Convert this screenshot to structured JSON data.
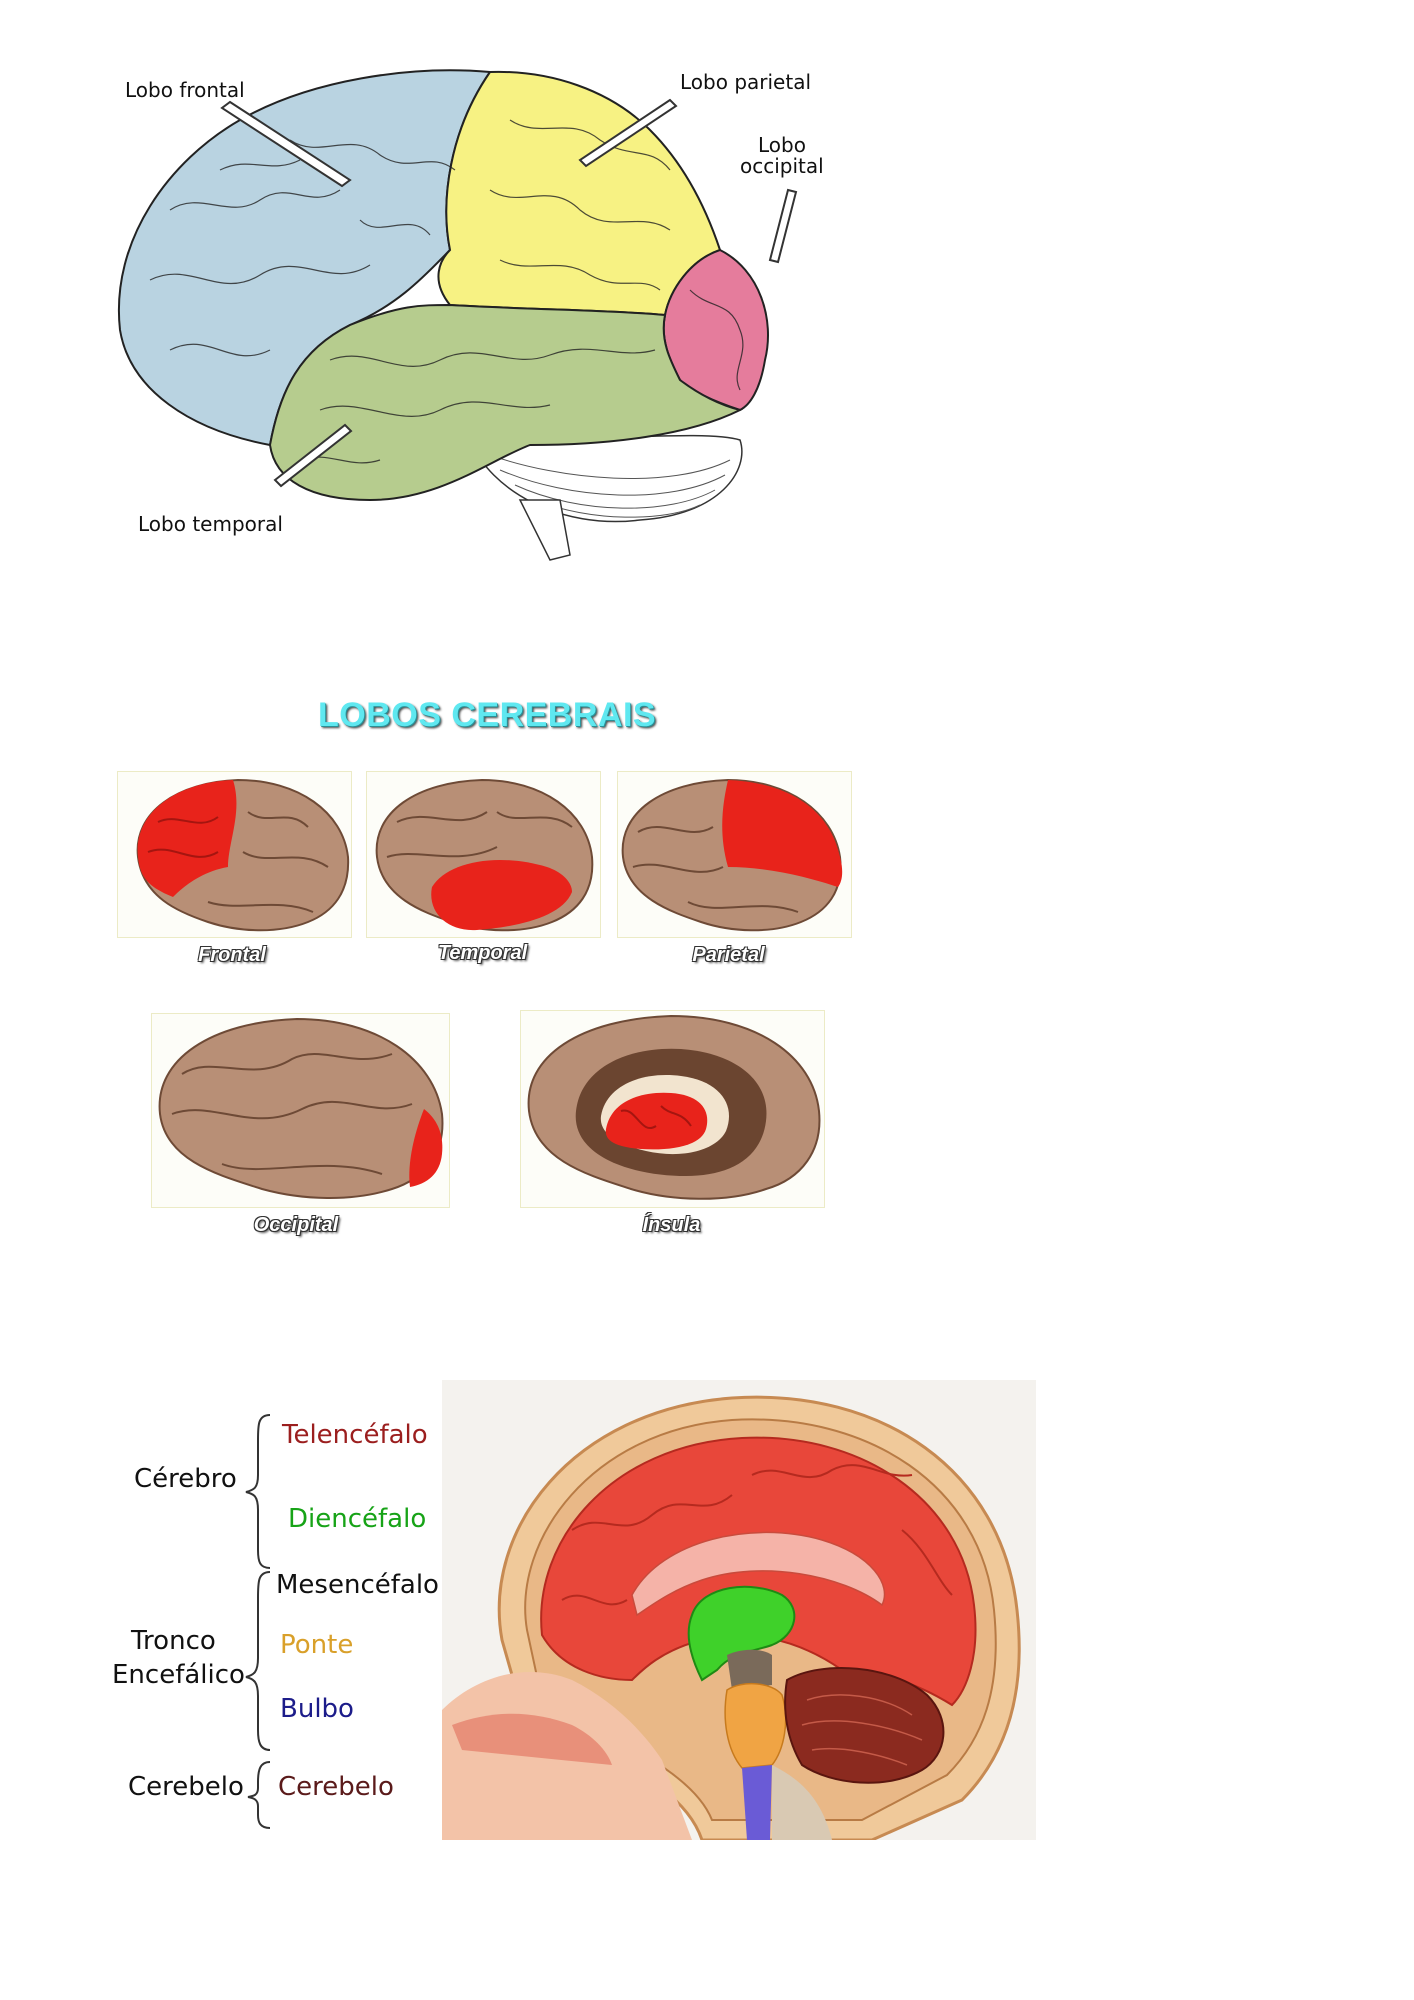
{
  "lobes_diagram": {
    "labels": {
      "frontal": "Lobo frontal",
      "parietal": "Lobo parietal",
      "occipital_line1": "Lobo",
      "occipital_line2": "occipital",
      "temporal": "Lobo temporal"
    },
    "colors": {
      "frontal": "#b9d3e1",
      "parietal": "#f7f283",
      "occipital": "#e57c9c",
      "temporal": "#b6cc8e",
      "cerebellum": "#ffffff"
    }
  },
  "lobos_section": {
    "title": "LOBOS CEREBRAIS",
    "thumbnails": [
      {
        "caption": "Frontal"
      },
      {
        "caption": "Temporal"
      },
      {
        "caption": "Parietal"
      },
      {
        "caption": "Occipital"
      },
      {
        "caption": "Ínsula"
      }
    ],
    "highlight_color": "#e8231b",
    "brain_color": "#b88f76"
  },
  "divisions": {
    "groups": [
      {
        "name": "Cérebro",
        "parts": [
          {
            "label": "Telencéfalo",
            "color": "#9b1e1e"
          },
          {
            "label": "Diencéfalo",
            "color": "#17a317"
          }
        ]
      },
      {
        "name_line1": "Tronco",
        "name_line2": "Encefálico",
        "parts": [
          {
            "label": "Mesencéfalo",
            "color": "#111111"
          },
          {
            "label": "Ponte",
            "color": "#d9a02a"
          },
          {
            "label": "Bulbo",
            "color": "#1c1c8a"
          }
        ]
      },
      {
        "name": "Cerebelo",
        "parts": [
          {
            "label": "Cerebelo",
            "color": "#5a1a1a"
          }
        ]
      }
    ]
  }
}
